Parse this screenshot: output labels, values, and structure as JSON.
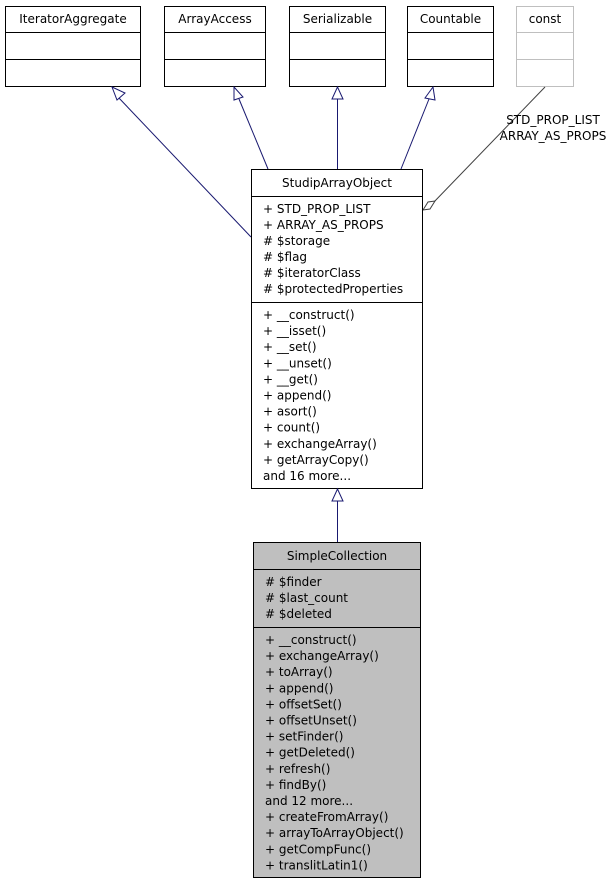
{
  "interfaces": [
    {
      "name": "IteratorAggregate"
    },
    {
      "name": "ArrayAccess"
    },
    {
      "name": "Serializable"
    },
    {
      "name": "Countable"
    },
    {
      "name": "const"
    }
  ],
  "const_edge_label": [
    "STD_PROP_LIST",
    "ARRAY_AS_PROPS"
  ],
  "studip": {
    "name": "StudipArrayObject",
    "attributes": [
      "+ STD_PROP_LIST",
      "+ ARRAY_AS_PROPS",
      "# $storage",
      "# $flag",
      "# $iteratorClass",
      "# $protectedProperties"
    ],
    "methods": [
      "+ __construct()",
      "+ __isset()",
      "+ __set()",
      "+ __unset()",
      "+ __get()",
      "+ append()",
      "+ asort()",
      "+ count()",
      "+ exchangeArray()",
      "+ getArrayCopy()",
      "and 16 more..."
    ]
  },
  "simple": {
    "name": "SimpleCollection",
    "attributes": [
      "# $finder",
      "# $last_count",
      "# $deleted"
    ],
    "methods": [
      "+ __construct()",
      "+ exchangeArray()",
      "+ toArray()",
      "+ append()",
      "+ offsetSet()",
      "+ offsetUnset()",
      "+ setFinder()",
      "+ getDeleted()",
      "+ refresh()",
      "+ findBy()",
      "and 12 more...",
      "+ createFromArray()",
      "+ arrayToArrayObject()",
      "+ getCompFunc()",
      "+ translitLatin1()"
    ]
  },
  "colors": {
    "edge": "#191970",
    "const_edge": "#404040",
    "const_box": "#bfbfbf",
    "highlight_fill": "#bfbfbf"
  }
}
